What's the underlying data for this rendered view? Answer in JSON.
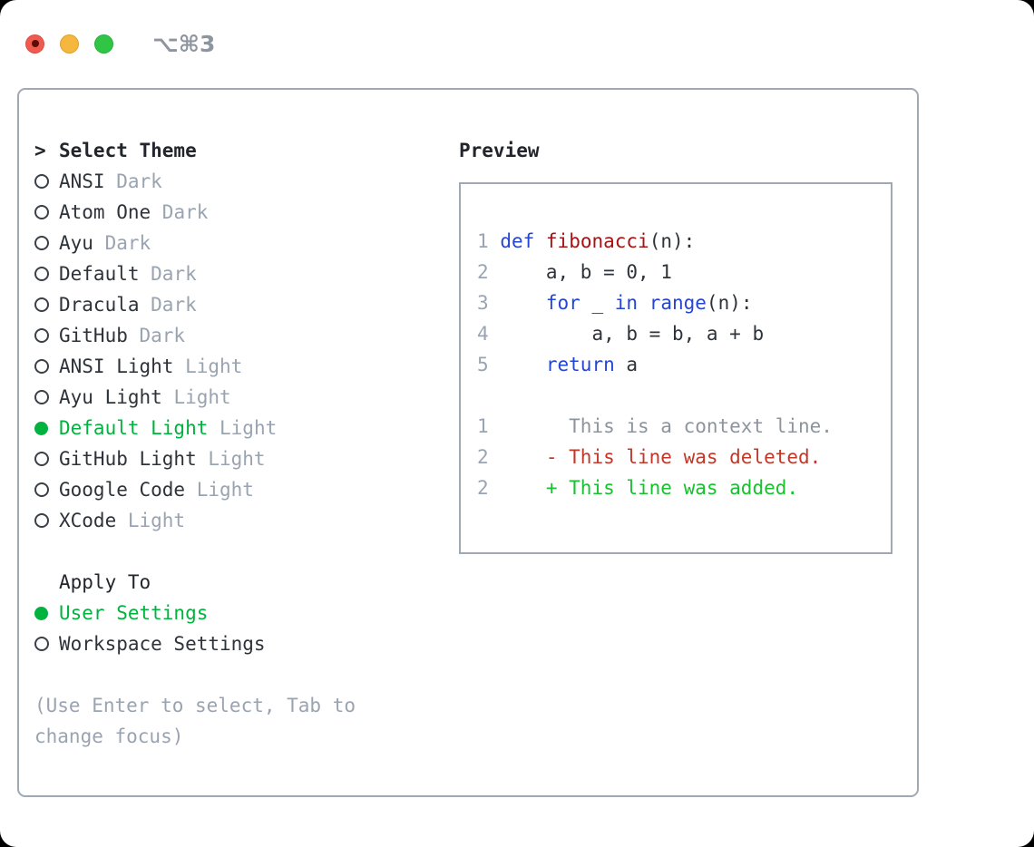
{
  "colors": {
    "border": "#a0a9b3",
    "text_bold": "#22262c",
    "text_dark": "#2e333a",
    "muted": "#9aa4b0",
    "ring_color": "#3a4048",
    "green": "#00b33e",
    "diff_add": "#17c22e",
    "diff_del": "#c23728",
    "keyword": "#2545d3",
    "function": "#a81111",
    "line_number": "#9aa4b2",
    "context": "#8e949d",
    "title_gray": "#8f959e",
    "traffic_red": "#f15b4f",
    "traffic_red_dot": "#5c0d04",
    "traffic_yellow": "#f6b73e",
    "traffic_green": "#31c546"
  },
  "titlebar": {
    "shortcut": "⌥⌘3"
  },
  "selector": {
    "cursor": ">",
    "title": "Select Theme",
    "themes": [
      {
        "name": "ANSI",
        "variant": "Dark",
        "selected": false
      },
      {
        "name": "Atom One",
        "variant": "Dark",
        "selected": false
      },
      {
        "name": "Ayu",
        "variant": "Dark",
        "selected": false
      },
      {
        "name": "Default",
        "variant": "Dark",
        "selected": false
      },
      {
        "name": "Dracula",
        "variant": "Dark",
        "selected": false
      },
      {
        "name": "GitHub",
        "variant": "Dark",
        "selected": false
      },
      {
        "name": "ANSI Light",
        "variant": "Light",
        "selected": false
      },
      {
        "name": "Ayu Light",
        "variant": "Light",
        "selected": false
      },
      {
        "name": "Default Light",
        "variant": "Light",
        "selected": true
      },
      {
        "name": "GitHub Light",
        "variant": "Light",
        "selected": false
      },
      {
        "name": "Google Code",
        "variant": "Light",
        "selected": false
      },
      {
        "name": "XCode",
        "variant": "Light",
        "selected": false
      }
    ],
    "apply_to_label": "Apply To",
    "apply_options": [
      {
        "name": "User Settings",
        "selected": true
      },
      {
        "name": "Workspace Settings",
        "selected": false
      }
    ],
    "help": "(Use Enter to select, Tab to change focus)"
  },
  "preview": {
    "title": "Preview",
    "lines": [
      [
        {
          "t": "1",
          "c": "ln"
        },
        {
          "t": " ",
          "c": "pl"
        },
        {
          "t": "def",
          "c": "kw"
        },
        {
          "t": " ",
          "c": "pl"
        },
        {
          "t": "fibonacci",
          "c": "fn"
        },
        {
          "t": "(n):",
          "c": "pl"
        }
      ],
      [
        {
          "t": "2",
          "c": "ln"
        },
        {
          "t": "     a, b = 0, 1",
          "c": "pl"
        }
      ],
      [
        {
          "t": "3",
          "c": "ln"
        },
        {
          "t": "     ",
          "c": "pl"
        },
        {
          "t": "for",
          "c": "kw"
        },
        {
          "t": " _ ",
          "c": "pl"
        },
        {
          "t": "in",
          "c": "kw"
        },
        {
          "t": " ",
          "c": "pl"
        },
        {
          "t": "range",
          "c": "kw"
        },
        {
          "t": "(n):",
          "c": "pl"
        }
      ],
      [
        {
          "t": "4",
          "c": "ln"
        },
        {
          "t": "         a, b = b, a + b",
          "c": "pl"
        }
      ],
      [
        {
          "t": "5",
          "c": "ln"
        },
        {
          "t": "     ",
          "c": "pl"
        },
        {
          "t": "return",
          "c": "kw"
        },
        {
          "t": " a",
          "c": "pl"
        }
      ],
      [
        {
          "t": " ",
          "c": "pl"
        }
      ],
      [
        {
          "t": "1",
          "c": "ln"
        },
        {
          "t": "       This is a context line.",
          "c": "ctx"
        }
      ],
      [
        {
          "t": "2",
          "c": "ln"
        },
        {
          "t": "     - This line was deleted.",
          "c": "del"
        }
      ],
      [
        {
          "t": "2",
          "c": "ln"
        },
        {
          "t": "     + This line was added.",
          "c": "add"
        }
      ]
    ]
  }
}
